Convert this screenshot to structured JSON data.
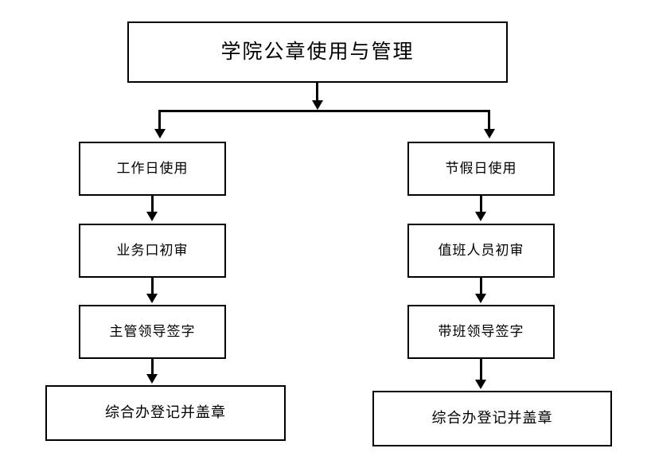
{
  "diagram": {
    "type": "flowchart",
    "title_node": {
      "id": "title",
      "label": "学院公章使用与管理"
    },
    "branches": [
      {
        "id": "left",
        "branch_label": "工作日使用",
        "steps": [
          {
            "id": "left-1",
            "label": "工作日使用"
          },
          {
            "id": "left-2",
            "label": "业务口初审"
          },
          {
            "id": "left-3",
            "label": "主管领导签字"
          },
          {
            "id": "left-4",
            "label": "综合办登记并盖章"
          }
        ]
      },
      {
        "id": "right",
        "branch_label": "节假日使用",
        "steps": [
          {
            "id": "right-1",
            "label": "节假日使用"
          },
          {
            "id": "right-2",
            "label": "值班人员初审"
          },
          {
            "id": "right-3",
            "label": "带班领导签字"
          },
          {
            "id": "right-4",
            "label": "综合办登记并盖章"
          }
        ]
      }
    ],
    "colors": {
      "background": "#ffffff",
      "border": "#000000",
      "text": "#000000",
      "connector": "#000000"
    }
  }
}
